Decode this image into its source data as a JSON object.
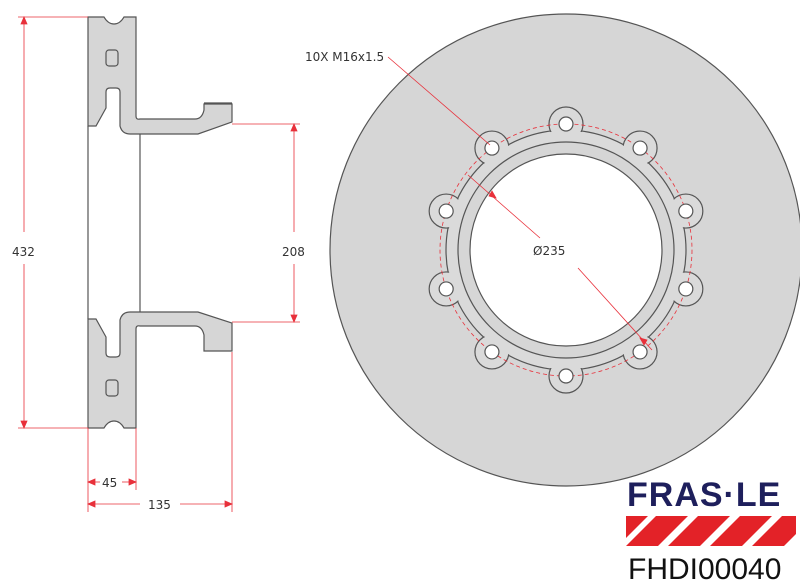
{
  "drawing": {
    "dimensions": {
      "outer_height": "432",
      "hub_diameter": "208",
      "disc_thickness": "45",
      "total_height": "135",
      "bolt_circle": "Ø235",
      "bolt_spec": "10X M16x1.5"
    },
    "bolt_count": 10,
    "colors": {
      "dimension": "#e8303a",
      "fill": "#d6d6d6",
      "outline": "#555555"
    }
  },
  "brand": {
    "logo": "FRAS·LE",
    "part_number": "FHDI00040",
    "colors": {
      "navy": "#1e1f5c",
      "red": "#e32228"
    }
  }
}
